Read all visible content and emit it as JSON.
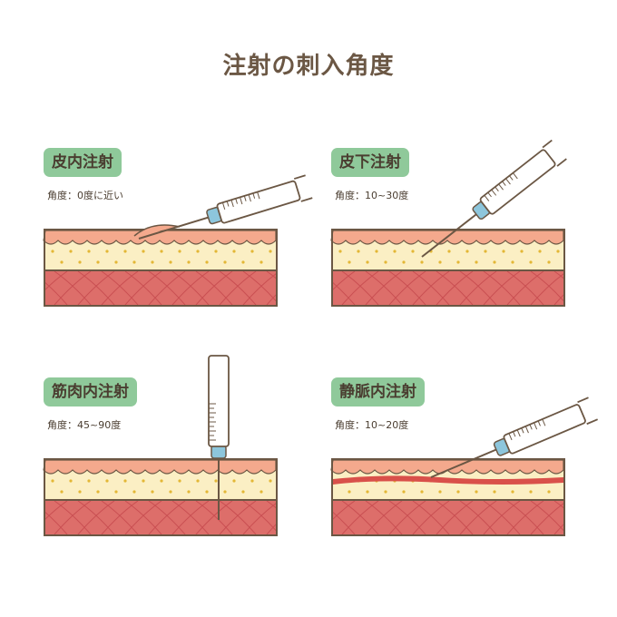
{
  "title": "注射の刺入角度",
  "panels": [
    {
      "label": "皮内注射",
      "angle": "角度：0度に近い"
    },
    {
      "label": "皮下注射",
      "angle": "角度：10~30度"
    },
    {
      "label": "筋肉内注射",
      "angle": "角度：45~90度"
    },
    {
      "label": "静脈内注射",
      "angle": "角度：10~20度"
    }
  ],
  "colors": {
    "text": "#6b5744",
    "badge": "#8fc99a",
    "epidermis": "#f4a98d",
    "fat": "#fbefc4",
    "fat_dots": "#e3b736",
    "muscle": "#dd6e6a",
    "muscle_lines": "#c94f52",
    "vein": "#d9504a",
    "outline": "#6b5744",
    "needle_hub": "#8dc6dc"
  },
  "icons": [
    "syringe-icon",
    "skin-layer-icon"
  ]
}
